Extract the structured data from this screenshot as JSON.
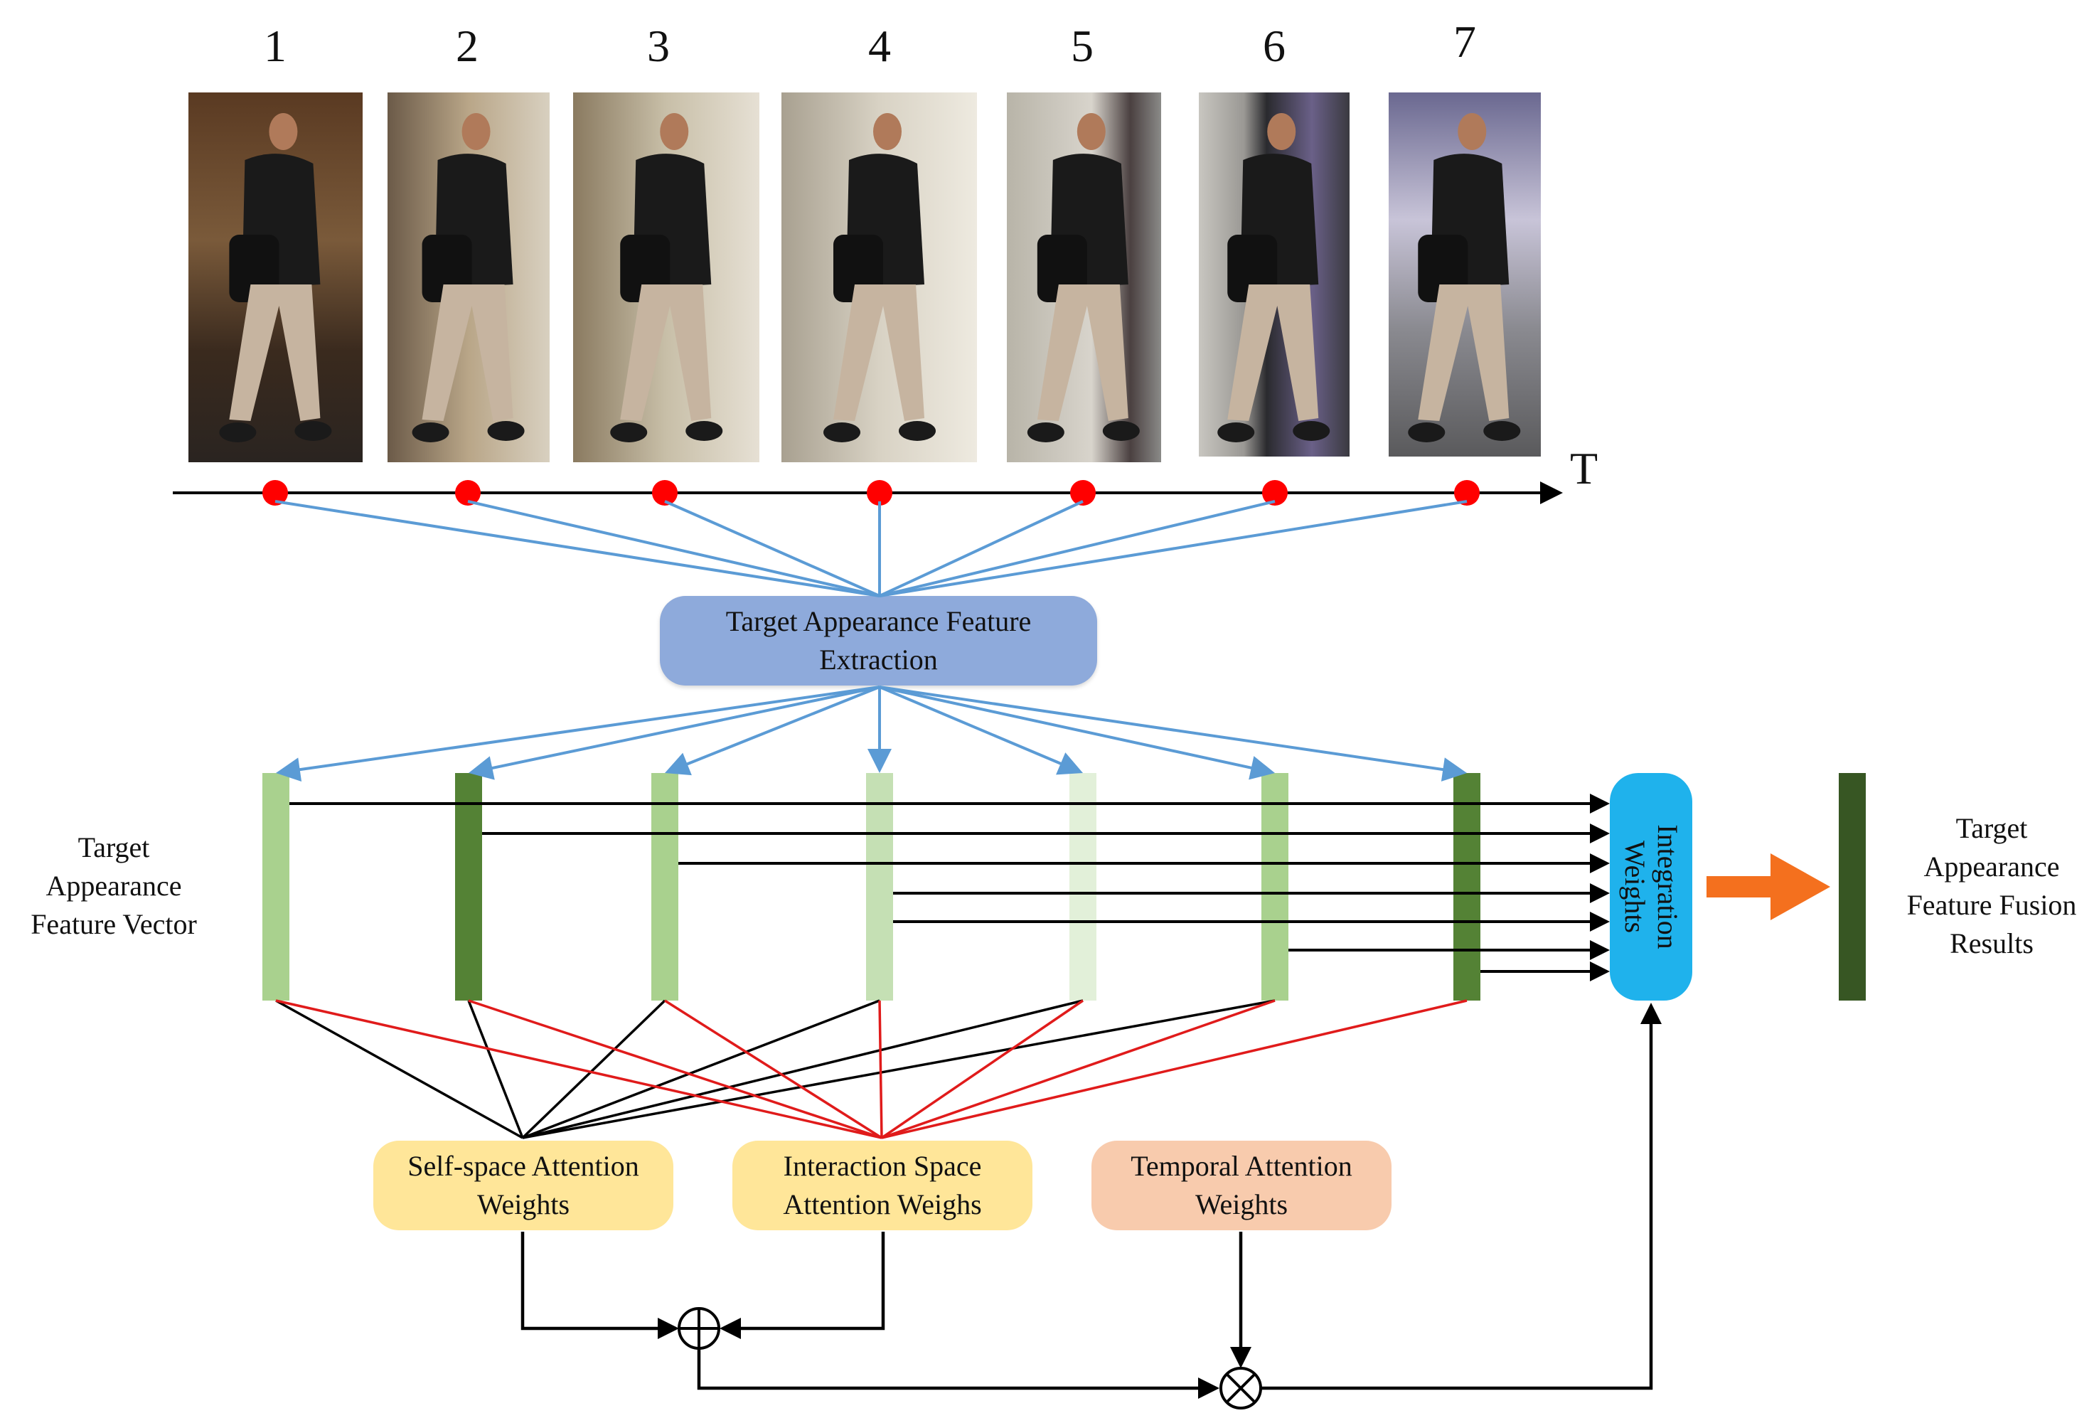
{
  "frames": [
    {
      "number": "1",
      "shirt": "#1a1a1a"
    },
    {
      "number": "2",
      "shirt": "#1a1a1a"
    },
    {
      "number": "3",
      "shirt": "#1a1a1a"
    },
    {
      "number": "4",
      "shirt": "#1a1a1a"
    },
    {
      "number": "5",
      "shirt": "#1a1a1a"
    },
    {
      "number": "6",
      "shirt": "#1a1a1a"
    },
    {
      "number": "7",
      "shirt": "#1a1a1a"
    }
  ],
  "timeline": {
    "axis_label": "T",
    "point_color": "#ff0000"
  },
  "extraction": {
    "line1": "Target Appearance Feature",
    "line2": "Extraction"
  },
  "feature_vector_label": {
    "line1": "Target",
    "line2": "Appearance",
    "line3": "Feature Vector"
  },
  "vectors": [
    {
      "color": "#a9d18e"
    },
    {
      "color": "#548235"
    },
    {
      "color": "#a9d18e"
    },
    {
      "color": "#c5e0b4"
    },
    {
      "color": "#e2f0d9"
    },
    {
      "color": "#a9d18e"
    },
    {
      "color": "#548235"
    }
  ],
  "integration": {
    "line1": "Integration",
    "line2": "Weights"
  },
  "fusion_label": {
    "line1": "Target",
    "line2": "Appearance",
    "line3": "Feature Fusion",
    "line4": "Results"
  },
  "self_space": {
    "line1": "Self-space Attention",
    "line2": "Weights"
  },
  "interaction_space": {
    "line1": "Interaction Space",
    "line2": "Attention Weighs"
  },
  "temporal": {
    "line1": "Temporal Attention",
    "line2": "Weights"
  },
  "operators": {
    "plus": "add-operator",
    "times": "multiply-operator"
  },
  "colors": {
    "blue_line": "#5b9bd5",
    "red_line": "#e01b1b",
    "arrow_orange": "#f4701e",
    "fusion_vector": "#375623",
    "integration_box": "#1fb2ec"
  }
}
